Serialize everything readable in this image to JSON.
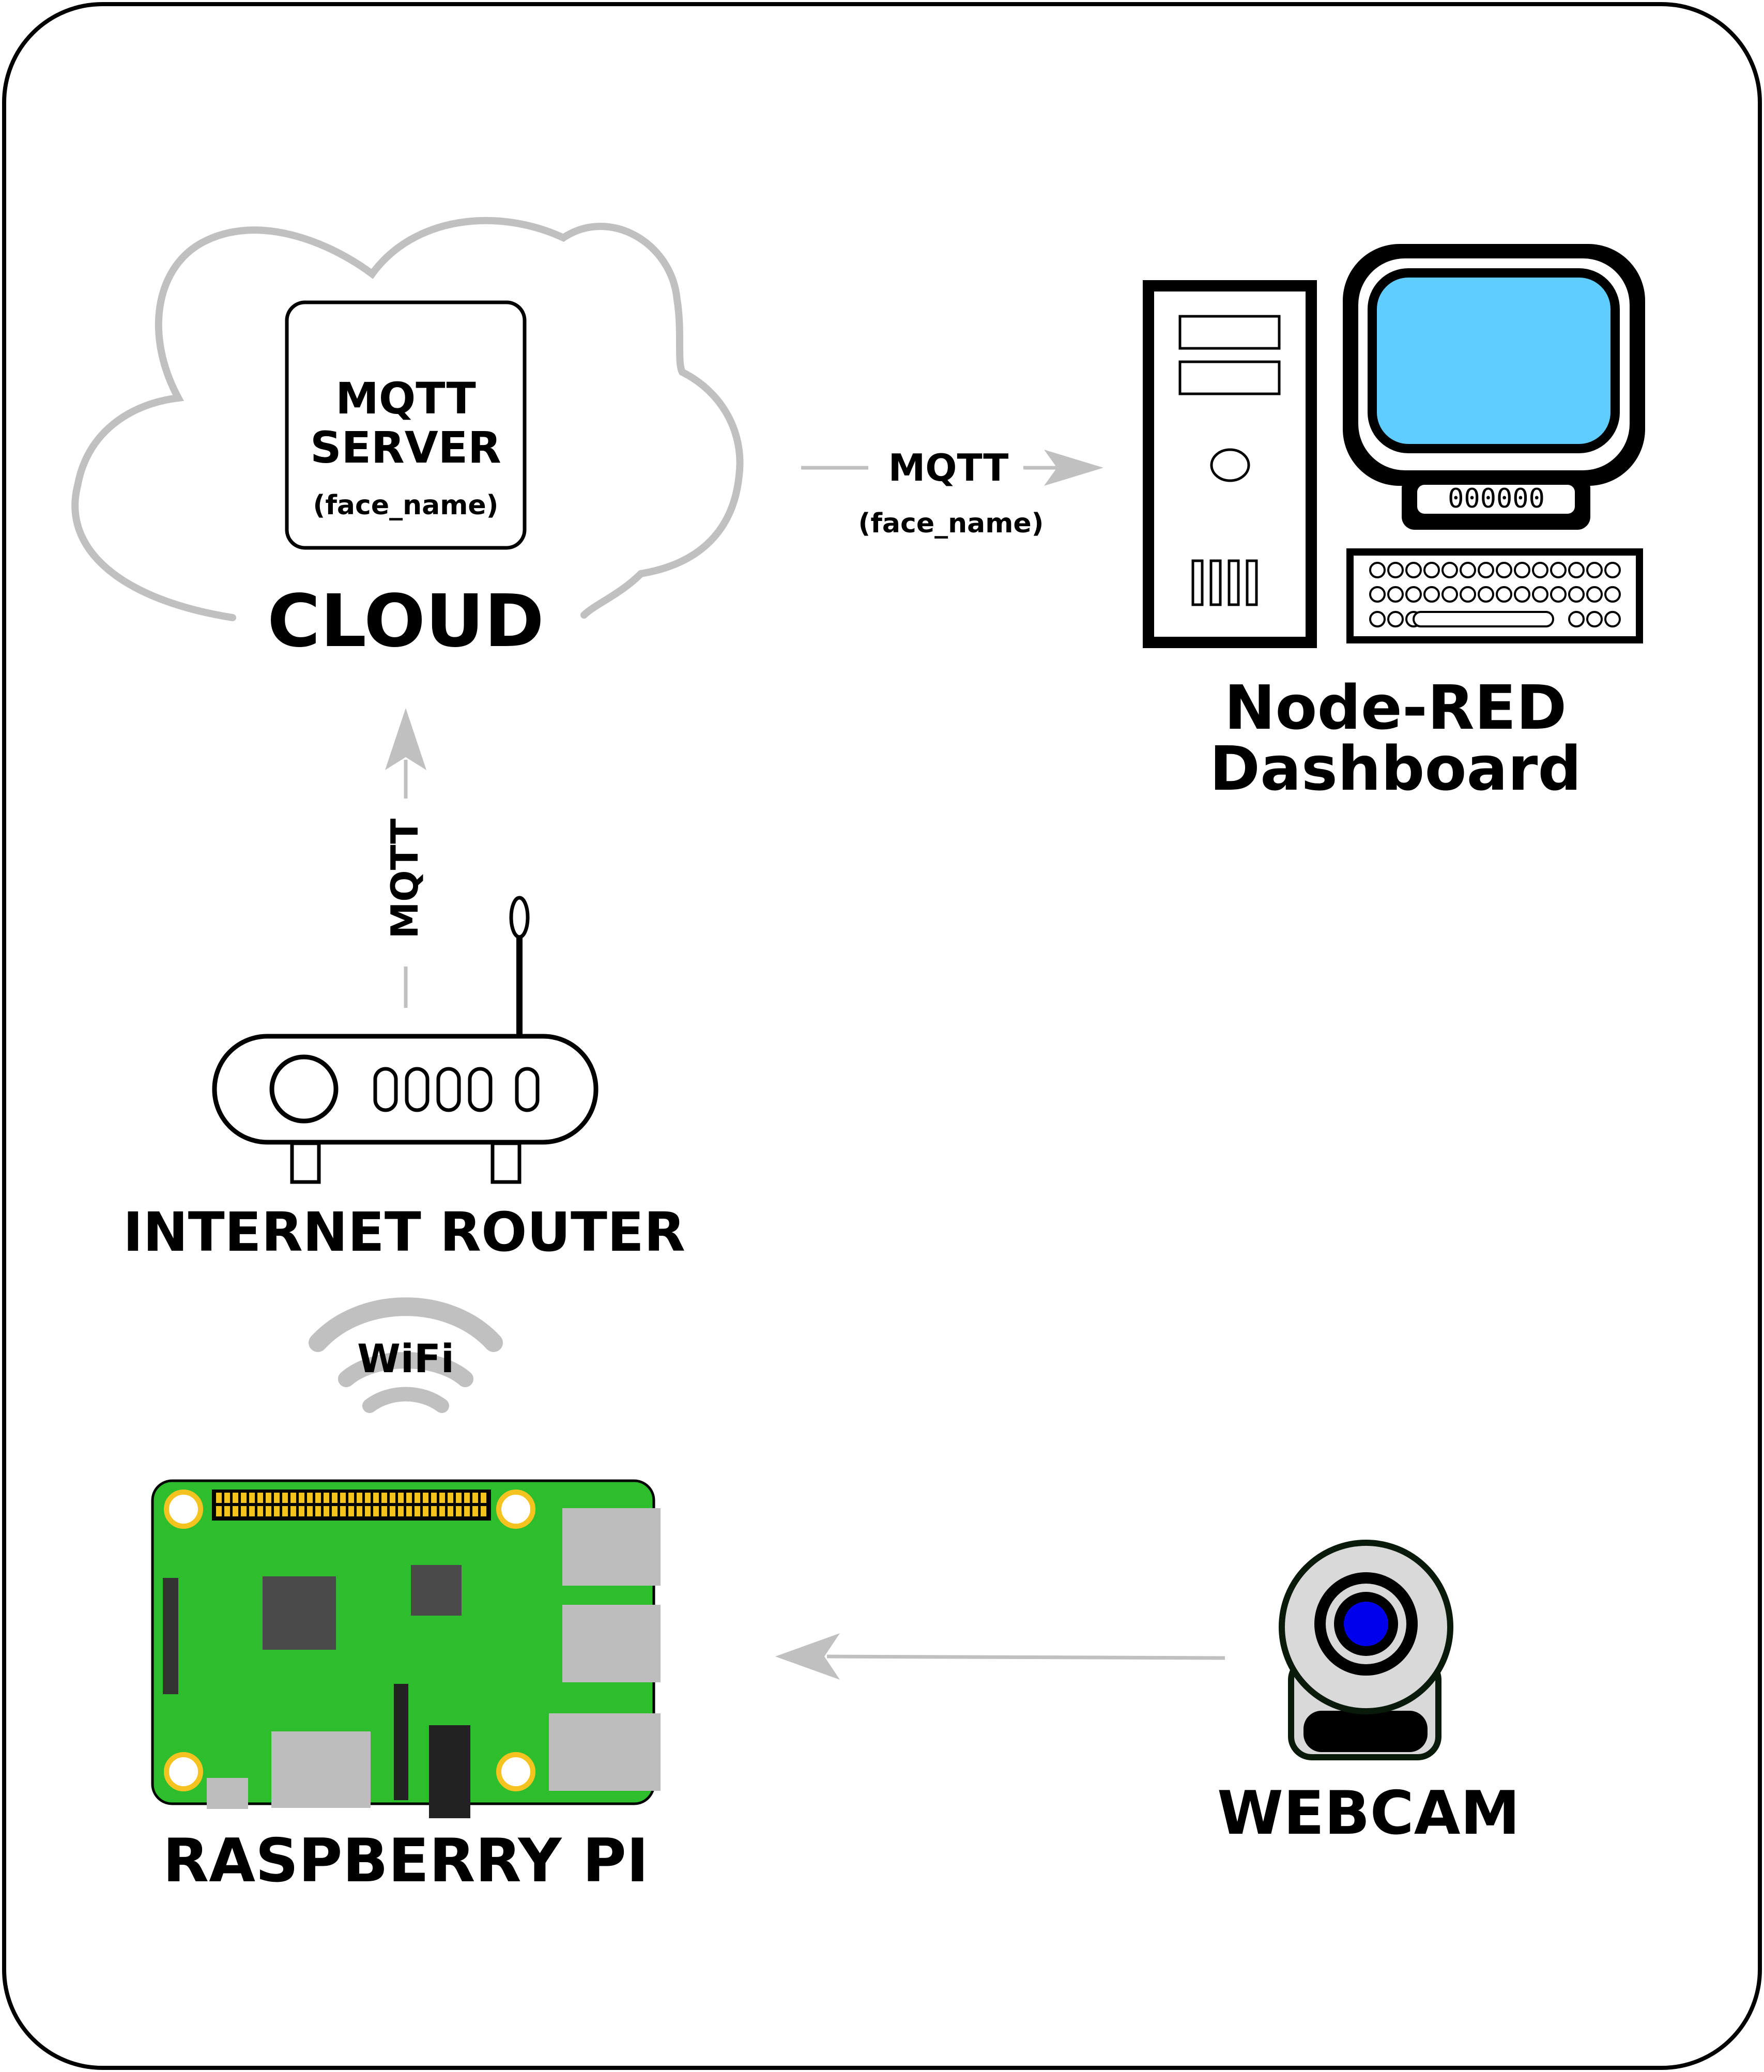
{
  "colors": {
    "arrow": "#c0c0c0",
    "cloud": "#c0c0c0",
    "monitor_screen": "#5fcdff",
    "pi_board": "#2dbd2d",
    "pi_gpio": "#f5c320",
    "webcam_lens": "#0000ee",
    "webcam_body": "#d9d9d9",
    "outline": "#000000"
  },
  "cloud": {
    "label": "CLOUD",
    "server_line1": "MQTT",
    "server_line2": "SERVER",
    "server_topic": "(face_name)"
  },
  "dashboard": {
    "label_line1": "Node-RED",
    "label_line2": "Dashboard",
    "keypad_text": "000000"
  },
  "links": {
    "cloud_to_dashboard": {
      "protocol": "MQTT",
      "topic": "(face_name)"
    },
    "router_to_cloud": {
      "protocol": "MQTT"
    },
    "pi_to_router": {
      "medium": "WiFi"
    }
  },
  "router": {
    "label": "INTERNET ROUTER"
  },
  "raspberry_pi": {
    "label": "RASPBERRY PI"
  },
  "webcam": {
    "label": "WEBCAM"
  },
  "icons": [
    "cloud-icon",
    "computer-icon",
    "router-icon",
    "wifi-icon",
    "raspberry-pi-icon",
    "webcam-icon"
  ]
}
